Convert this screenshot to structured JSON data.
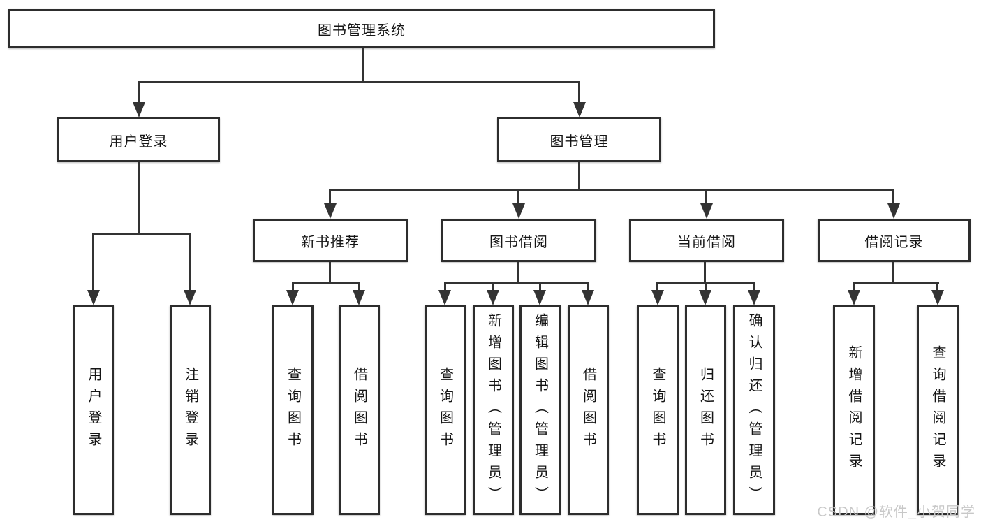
{
  "diagram": {
    "root": {
      "label": "图书管理系统"
    },
    "level2": [
      {
        "label": "用户登录",
        "children": [
          {
            "label": "用户登录"
          },
          {
            "label": "注销登录"
          }
        ]
      },
      {
        "label": "图书管理",
        "children": [
          {
            "label": "新书推荐",
            "children": [
              {
                "label": "查询图书"
              },
              {
                "label": "借阅图书"
              }
            ]
          },
          {
            "label": "图书借阅",
            "children": [
              {
                "label": "查询图书"
              },
              {
                "label": "新增图书（管理员）"
              },
              {
                "label": "编辑图书（管理员）"
              },
              {
                "label": "借阅图书"
              }
            ]
          },
          {
            "label": "当前借阅",
            "children": [
              {
                "label": "查询图书"
              },
              {
                "label": "归还图书"
              },
              {
                "label": "确认归还（管理员）"
              }
            ]
          },
          {
            "label": "借阅记录",
            "children": [
              {
                "label": "新增借阅记录"
              },
              {
                "label": "查询借阅记录"
              }
            ]
          }
        ]
      }
    ]
  },
  "watermark": "CSDN @软件_小贺同学",
  "colors": {
    "line": "#333333",
    "border": "#2d2d2d",
    "text": "#151515",
    "watermark": "#c8c8c8"
  }
}
